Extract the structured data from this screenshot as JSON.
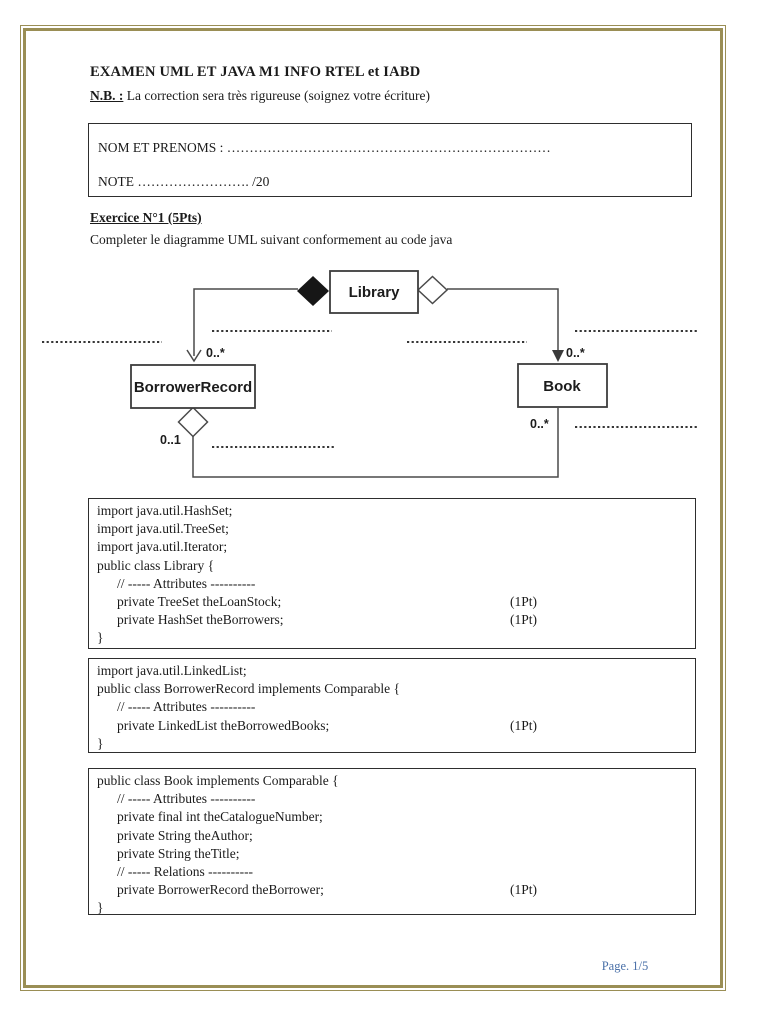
{
  "header": {
    "title": "EXAMEN UML ET JAVA M1 INFO RTEL et IABD",
    "nb_label": "N.B. :",
    "nb_text": " La correction sera très rigureuse (soignez votre écriture)"
  },
  "name_box": {
    "name_label": "NOM ET PRENOMS : ",
    "name_dots": "………………………………………………………………",
    "note_label": "NOTE ",
    "note_dots": "……………………. ",
    "note_suffix": "/20"
  },
  "exercise": {
    "title": "Exercice N°1 (5Pts)",
    "subtitle": "Completer le diagramme UML suivant conformement au code java"
  },
  "diagram": {
    "library_label": "Library",
    "borrower_label": "BorrowerRecord",
    "book_label": "Book",
    "mult_left": "0..*",
    "mult_right": "0..*",
    "mult_bottom_left": "0..1",
    "mult_bottom_right": "0..*"
  },
  "code_blocks": [
    {
      "lines": [
        {
          "text": "import java.util.HashSet;"
        },
        {
          "text": "import java.util.TreeSet;"
        },
        {
          "text": "import java.util.Iterator;"
        },
        {
          "text": "public class Library {"
        },
        {
          "text": "// ----- Attributes ----------"
        },
        {
          "text": "private TreeSet theLoanStock;",
          "pts": "(1Pt)"
        },
        {
          "text": "private HashSet theBorrowers;",
          "pts": "(1Pt)"
        },
        {
          "text": "}"
        }
      ]
    },
    {
      "lines": [
        {
          "text": "import java.util.LinkedList;"
        },
        {
          "text": "public class BorrowerRecord implements Comparable {"
        },
        {
          "text": "// ----- Attributes ----------"
        },
        {
          "text": "private LinkedList theBorrowedBooks;",
          "pts": "(1Pt)"
        },
        {
          "text": "}"
        }
      ]
    },
    {
      "lines": [
        {
          "text": "public class Book implements Comparable {"
        },
        {
          "text": "// ----- Attributes ----------"
        },
        {
          "text": "private final int theCatalogueNumber;"
        },
        {
          "text": "private String theAuthor;"
        },
        {
          "text": "private String theTitle;"
        },
        {
          "text": "// ----- Relations ----------"
        },
        {
          "text": "private BorrowerRecord theBorrower;",
          "pts": "(1Pt)"
        },
        {
          "text": "}"
        }
      ]
    }
  ],
  "footer": {
    "page": "Page. 1/5"
  },
  "colors": {
    "frame_olive": "#9a8e55",
    "footer_blue": "#4a70a8"
  }
}
